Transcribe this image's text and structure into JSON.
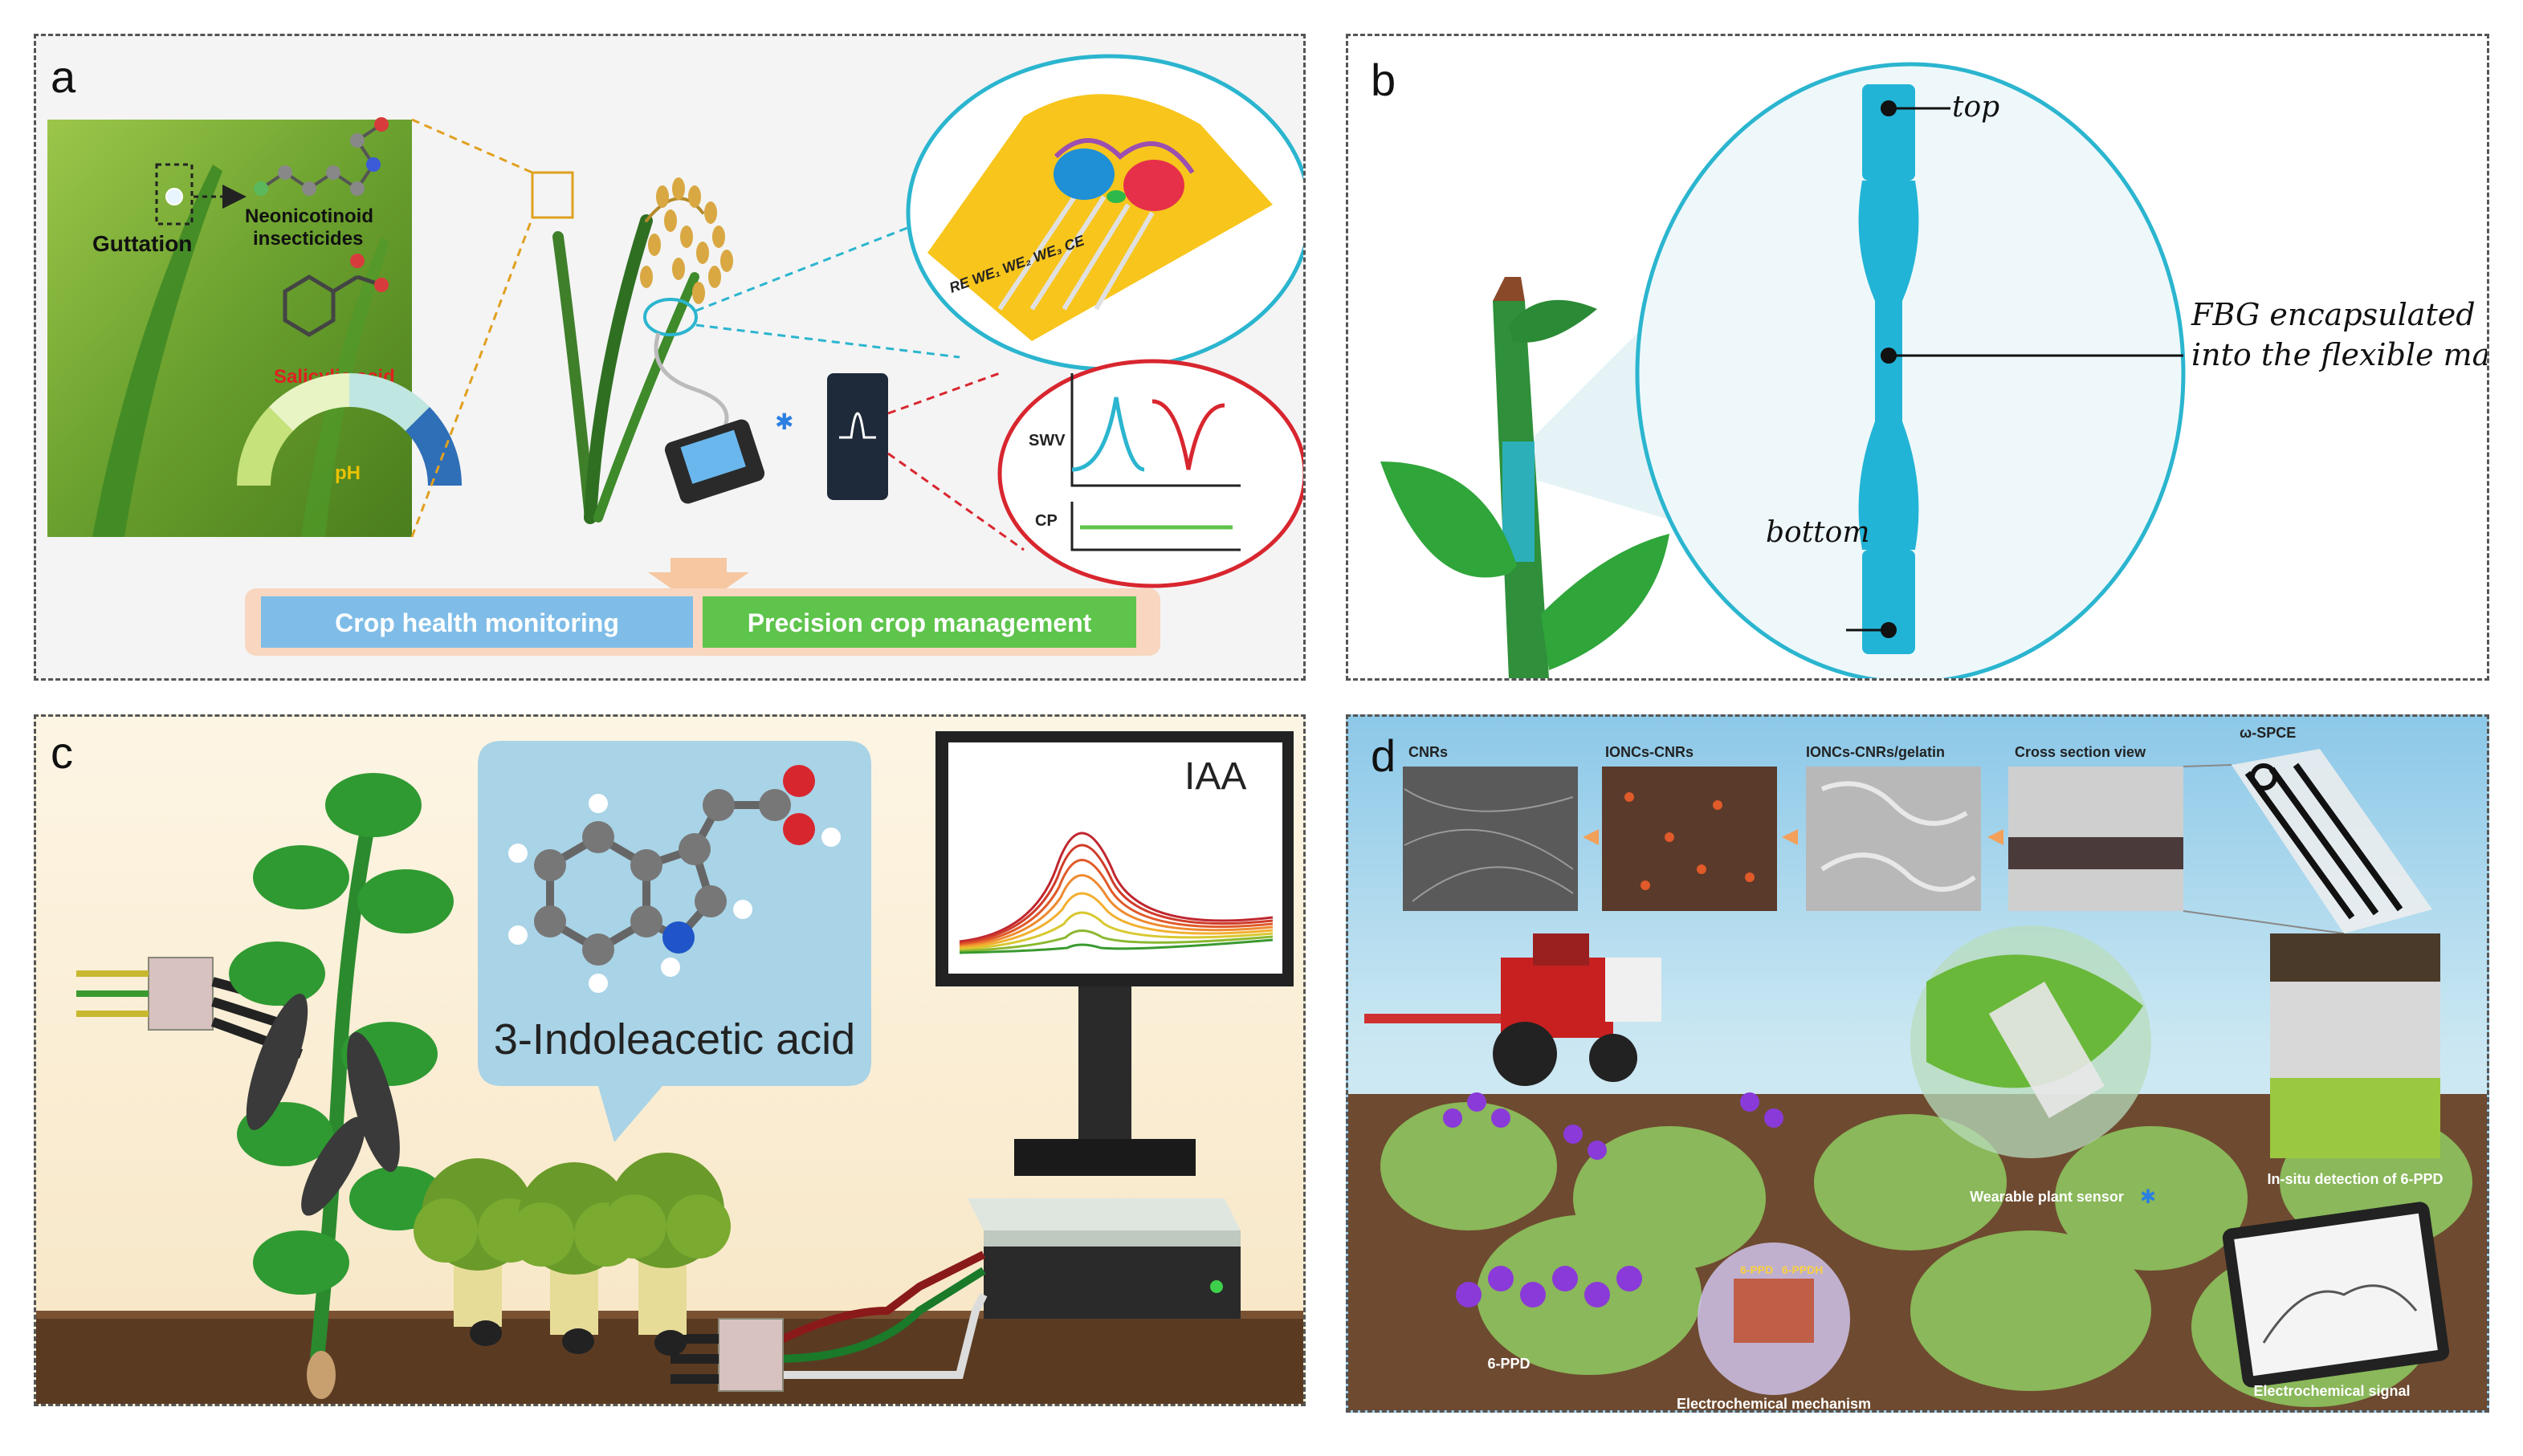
{
  "panels": {
    "a": {
      "letter": "a",
      "guttation": "Guttation",
      "neonicotinoid_line1": "Neonicotinoid",
      "neonicotinoid_line2": "insecticides",
      "salicylic": "Salicylic acid",
      "ph": "pH",
      "electrodes": "RE  WE₁  WE₂  WE₃  CE",
      "swv": "SWV",
      "cp": "CP",
      "crop_health": "Crop health monitoring",
      "precision": "Precision crop management"
    },
    "b": {
      "letter": "b",
      "top": "top",
      "bottom": "bottom",
      "fbg_line1": "FBG encapsulated",
      "fbg_line2": "into the flexible matrix"
    },
    "c": {
      "letter": "c",
      "iaa": "IAA",
      "compound": "3-Indoleacetic acid"
    },
    "d": {
      "letter": "d",
      "cnrs": "CNRs",
      "ioncs_cnrs": "IONCs-CNRs",
      "ioncs_gelatin": "IONCs-CNRs/gelatin",
      "cross_section": "Cross section view",
      "spce": "ω-SPCE",
      "in_situ": "In-situ detection of 6-PPD",
      "wearable": "Wearable plant sensor",
      "ppd": "6-PPD",
      "mechanism": "Electrochemical mechanism",
      "signal": "Electrochemical signal",
      "ppd_label": "6-PPD",
      "ppdh_label": "6-PPDH"
    }
  },
  "colors": {
    "blue_box": "#7fbde8",
    "green_box": "#5ec44b",
    "cyan": "#2bb5cf",
    "red": "#d8262f",
    "soil": "#5a3b22",
    "gold": "#f2c200"
  }
}
